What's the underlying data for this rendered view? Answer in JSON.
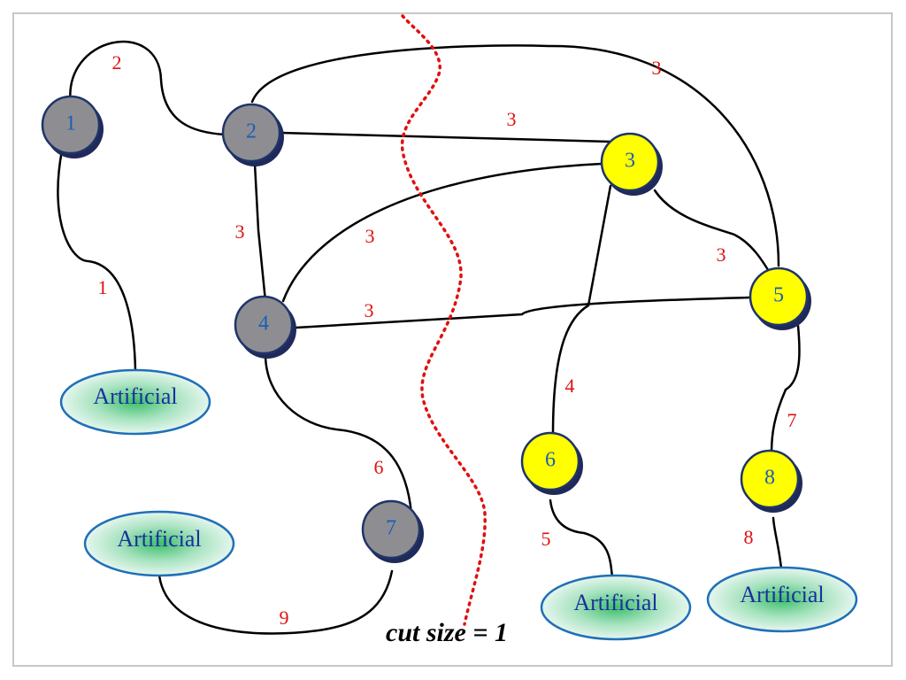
{
  "caption": "cut size = 1",
  "colors": {
    "cut_line": "#e01010",
    "edge": "#000000",
    "weight_text": "#e01010",
    "gray_node": "#8e8e92",
    "yellow_node": "#ffff00",
    "node_text": "#1a5fb4",
    "artificial_fill_center": "#3cbf6a",
    "artificial_fill_edge": "#e6f6ee",
    "artificial_text": "#1a2fa0"
  },
  "nodes": [
    {
      "label": "1",
      "group": "gray"
    },
    {
      "label": "2",
      "group": "gray"
    },
    {
      "label": "3",
      "group": "yellow"
    },
    {
      "label": "4",
      "group": "gray"
    },
    {
      "label": "5",
      "group": "yellow"
    },
    {
      "label": "6",
      "group": "yellow"
    },
    {
      "label": "7",
      "group": "gray"
    },
    {
      "label": "8",
      "group": "yellow"
    }
  ],
  "artificial_nodes": [
    {
      "label": "Artificial",
      "attached_to": "1"
    },
    {
      "label": "Artificial",
      "attached_to": "7"
    },
    {
      "label": "Artificial",
      "attached_to": "6"
    },
    {
      "label": "Artificial",
      "attached_to": "8"
    }
  ],
  "edges": [
    {
      "from": "1",
      "to": "2",
      "weight": "2"
    },
    {
      "from": "2",
      "to": "5",
      "weight": "3"
    },
    {
      "from": "2",
      "to": "3",
      "weight": "3"
    },
    {
      "from": "2",
      "to": "4",
      "weight": "3"
    },
    {
      "from": "4",
      "to": "3",
      "weight": "3"
    },
    {
      "from": "3",
      "to": "5",
      "weight": "3"
    },
    {
      "from": "4",
      "to": "5",
      "weight": "3"
    },
    {
      "from": "1",
      "to": "Artificial",
      "weight": "1"
    },
    {
      "from": "3",
      "to": "6",
      "weight": "4"
    },
    {
      "from": "4",
      "to": "7",
      "weight": "6"
    },
    {
      "from": "6",
      "to": "Artificial",
      "weight": "5"
    },
    {
      "from": "5",
      "to": "8",
      "weight": "7"
    },
    {
      "from": "8",
      "to": "Artificial",
      "weight": "8"
    },
    {
      "from": "Artificial",
      "to": "7",
      "weight": "9"
    }
  ]
}
